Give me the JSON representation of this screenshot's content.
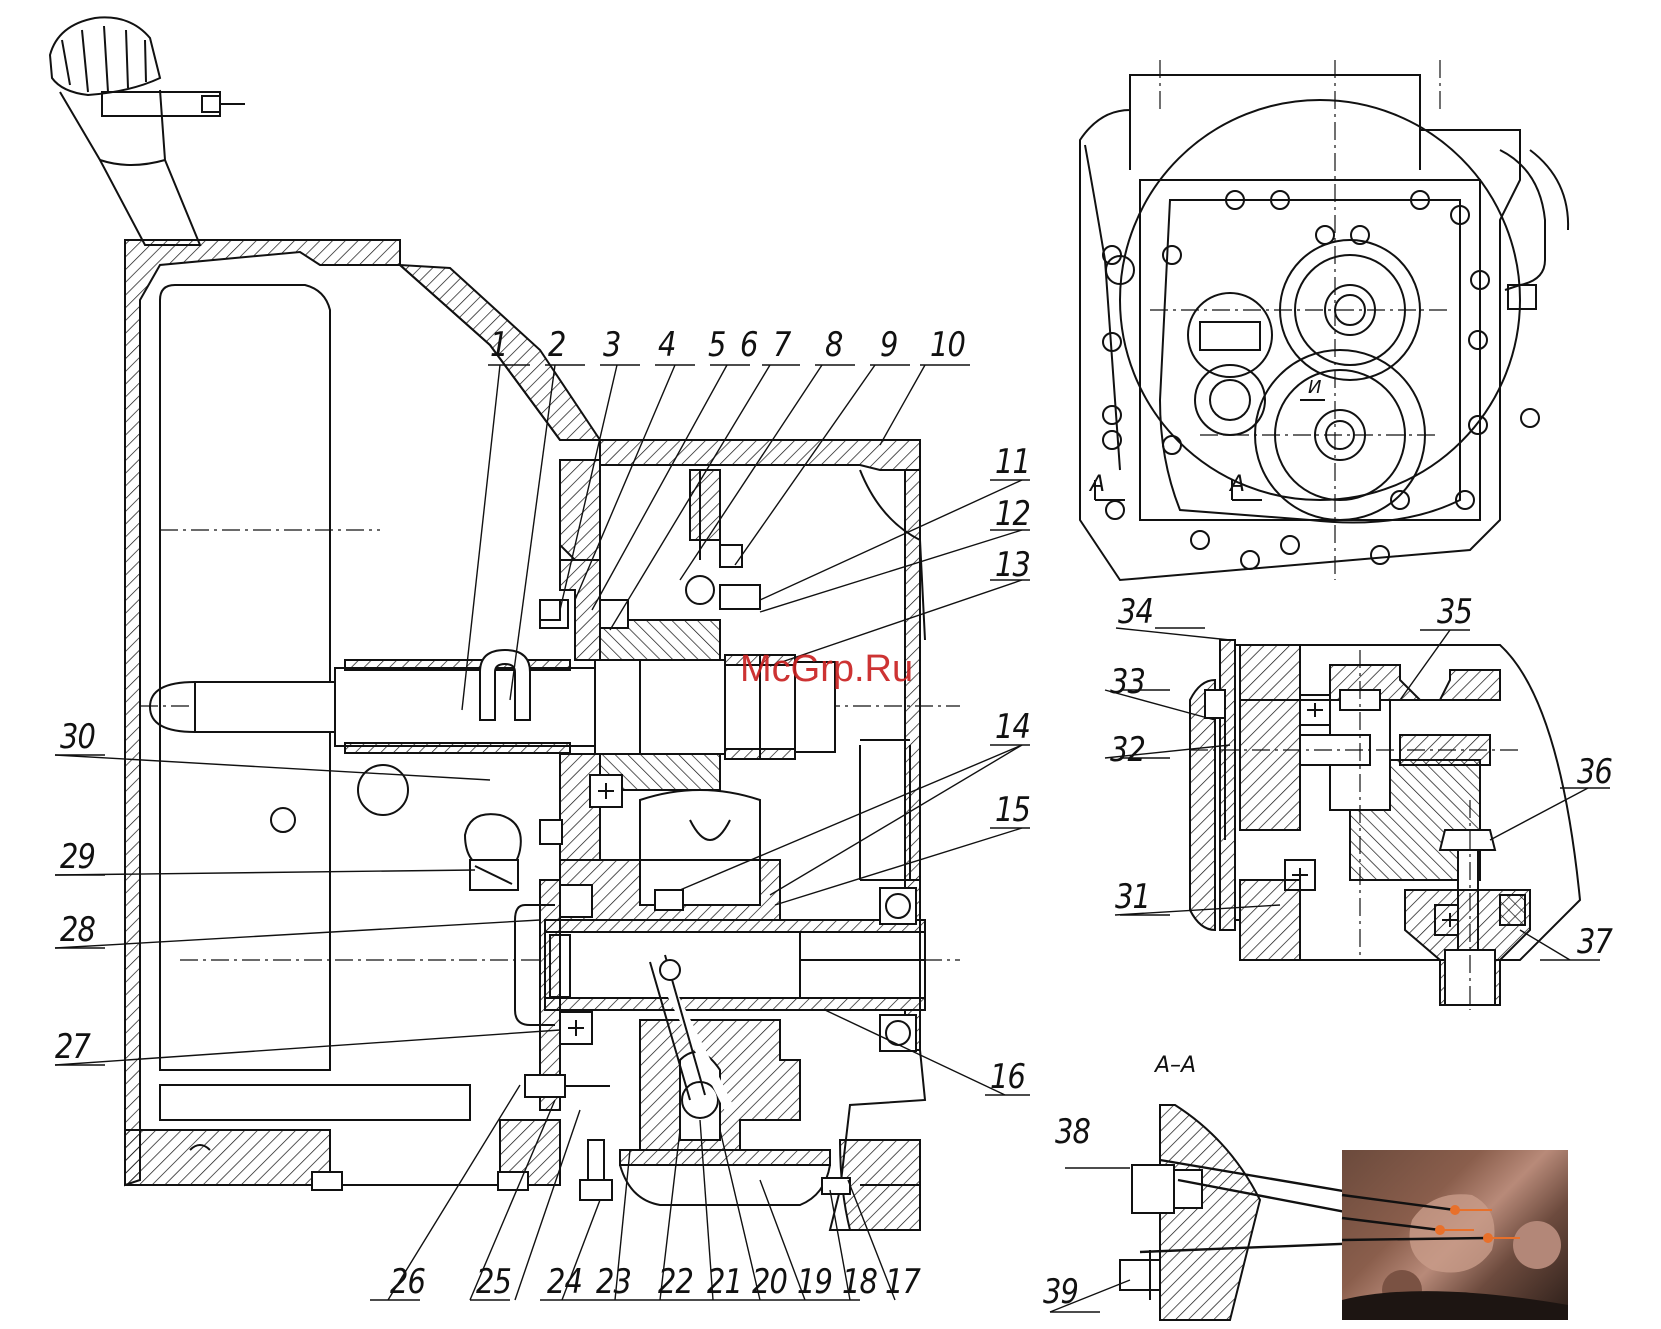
{
  "watermark": "McGrp.Ru",
  "section_labels": {
    "section_title": "A–A",
    "cut_left": "A",
    "cut_right": "A",
    "mark_i": "И"
  },
  "callouts": [
    "1",
    "2",
    "3",
    "4",
    "5",
    "6",
    "7",
    "8",
    "9",
    "10",
    "11",
    "12",
    "13",
    "14",
    "15",
    "16",
    "17",
    "18",
    "19",
    "20",
    "21",
    "22",
    "23",
    "24",
    "25",
    "26",
    "27",
    "28",
    "29",
    "30",
    "31",
    "32",
    "33",
    "34",
    "35",
    "36",
    "37",
    "38",
    "39"
  ],
  "colors": {
    "line": "#111111",
    "hatch": "#111111",
    "watermark": "#c81e1e",
    "photo_marker": "#e8702a"
  },
  "photo": {
    "description_icon": "photo-inset",
    "marker_count": 3
  }
}
